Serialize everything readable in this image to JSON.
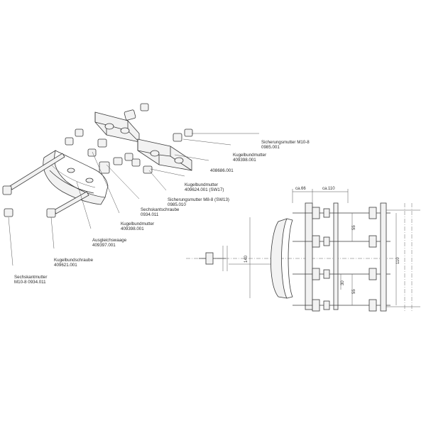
{
  "labels": {
    "sicherungsmutter_m10": {
      "name": "Sicherungsmutter M10-8",
      "part": "0985.001"
    },
    "kugelbundmutter_top": {
      "name": "Kugelbundmutter",
      "part": "409398.001"
    },
    "part_408686": {
      "name": "",
      "part": "408686.001"
    },
    "kugelbundmutter_sw17": {
      "name": "Kugelbundmutter",
      "part": "409624.001 (SW17)"
    },
    "sicherungsmutter_m8": {
      "name": "Sicherungsmutter M8-8 (SW13)",
      "part": "0985.010"
    },
    "sechskantschraube": {
      "name": "Sechskantschraube",
      "part": "0934.011"
    },
    "kugelbundmutter_mid": {
      "name": "Kugelbundmutter",
      "part": "409398.001"
    },
    "ausgleichswaage": {
      "name": "Ausgleichswaage",
      "part": "409397.001"
    },
    "kugelbundschraube": {
      "name": "Kugelbundschraube",
      "part": "409621.001"
    },
    "sechskantmutter": {
      "name": "Sechskantmutter",
      "part": "M10-8 0934.011"
    }
  },
  "dimensions": {
    "ca66": "ca.66",
    "ca110": "ca.110",
    "d55a": "55",
    "d55b": "55",
    "d140": "140",
    "d110": "110",
    "d30": "30"
  }
}
